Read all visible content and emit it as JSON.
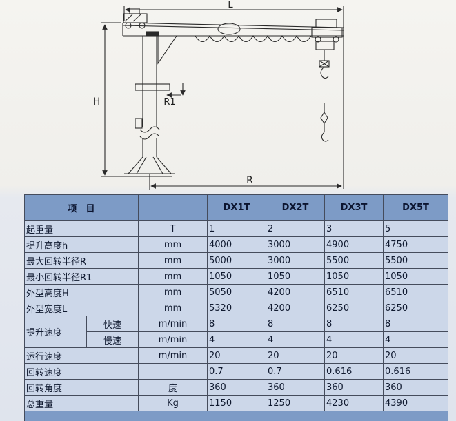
{
  "diagram": {
    "labels": {
      "span": "L",
      "height": "H",
      "min_radius": "R1",
      "radius": "R"
    }
  },
  "table": {
    "header": {
      "item": "项　目",
      "models": [
        "DX1T",
        "DX2T",
        "DX3T",
        "DX5T"
      ]
    },
    "rows": [
      {
        "name": "起重量",
        "unit": "T",
        "values": [
          "1",
          "2",
          "3",
          "5"
        ]
      },
      {
        "name": "提升高度h",
        "unit": "mm",
        "values": [
          "4000",
          "3000",
          "4900",
          "4750"
        ]
      },
      {
        "name": "最大回转半径R",
        "unit": "mm",
        "values": [
          "5000",
          "3000",
          "5500",
          "5500"
        ]
      },
      {
        "name": "最小回转半径R1",
        "unit": "mm",
        "values": [
          "1050",
          "1050",
          "1050",
          "1050"
        ]
      },
      {
        "name": "外型高度H",
        "unit": "mm",
        "values": [
          "5050",
          "4200",
          "6510",
          "6510"
        ]
      },
      {
        "name": "外型宽度L",
        "unit": "mm",
        "values": [
          "5320",
          "4200",
          "6250",
          "6250"
        ]
      },
      {
        "group": "提升速度",
        "sub": "快速",
        "unit": "m/min",
        "values": [
          "8",
          "8",
          "8",
          "8"
        ]
      },
      {
        "sub": "慢速",
        "unit": "m/min",
        "values": [
          "4",
          "4",
          "4",
          "4"
        ]
      },
      {
        "name": "运行速度",
        "unit": "m/min",
        "values": [
          "20",
          "20",
          "20",
          "20"
        ]
      },
      {
        "name": "回转速度",
        "unit": "",
        "values": [
          "0.7",
          "0.7",
          "0.616",
          "0.616"
        ]
      },
      {
        "name": "回转角度",
        "unit": "度",
        "values": [
          "360",
          "360",
          "360",
          "360"
        ]
      },
      {
        "name": "总重量",
        "unit": "Kg",
        "values": [
          "1150",
          "1250",
          "4230",
          "4390"
        ]
      }
    ],
    "colors": {
      "header_bg": "#7d9bc6",
      "body_bg": "#ccd7e9",
      "border": "#454c5c"
    }
  }
}
